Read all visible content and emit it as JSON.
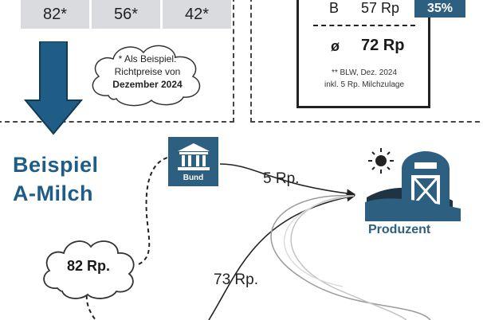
{
  "left_panel": {
    "prices": [
      "82*",
      "56*",
      "42*"
    ],
    "cloud_note": {
      "line1": "* Als Beispiel:",
      "line2": "Richtpreise von",
      "line3": "Dezember 2024"
    }
  },
  "right_panel": {
    "row_b_letter": "B",
    "row_b_value": "57 Rp",
    "avg_symbol": "ø",
    "avg_value": "72 Rp",
    "footnote_line1": "** BLW, Dez. 2024",
    "footnote_line2": "inkl. 5 Rp. Milchzulage",
    "percent_badge": "35%"
  },
  "example": {
    "title_line1": "Beispiel",
    "title_line2": "A-Milch",
    "milk_price": "82 Rp.",
    "bund_label": "Bund",
    "bund_amount": "5 Rp.",
    "producer_amount": "73 Rp.",
    "producer_label": "Produzent"
  },
  "colors": {
    "accent_blue": "#2c5f80",
    "title_blue": "#1f5d86",
    "price_cell_gray": "#d9dbdf"
  },
  "icons": [
    "arrow-down-icon",
    "bank-building-icon",
    "barn-icon",
    "sun-icon"
  ]
}
